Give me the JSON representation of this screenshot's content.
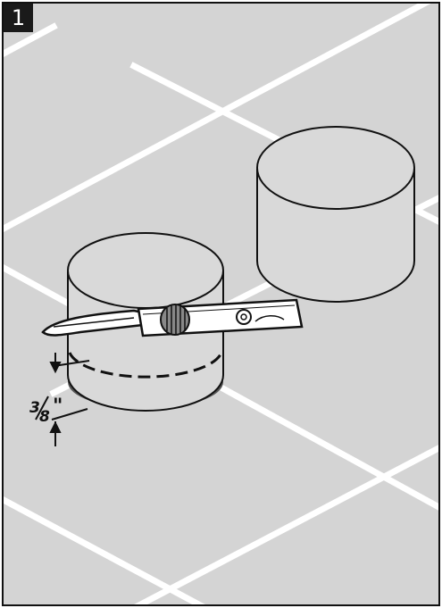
{
  "step": {
    "number": "1"
  },
  "measurement": {
    "label": "3/8\"",
    "numerator": "3",
    "denominator": "8",
    "unit_mark": "\""
  },
  "colors": {
    "tile": "#d4d4d4",
    "grout": "#ffffff",
    "can_fill": "#d9d9d9",
    "outline": "#111111",
    "badge_bg": "#1a1a1a"
  },
  "icons": [
    "utility-knife-icon",
    "dimension-arrow-icon"
  ]
}
